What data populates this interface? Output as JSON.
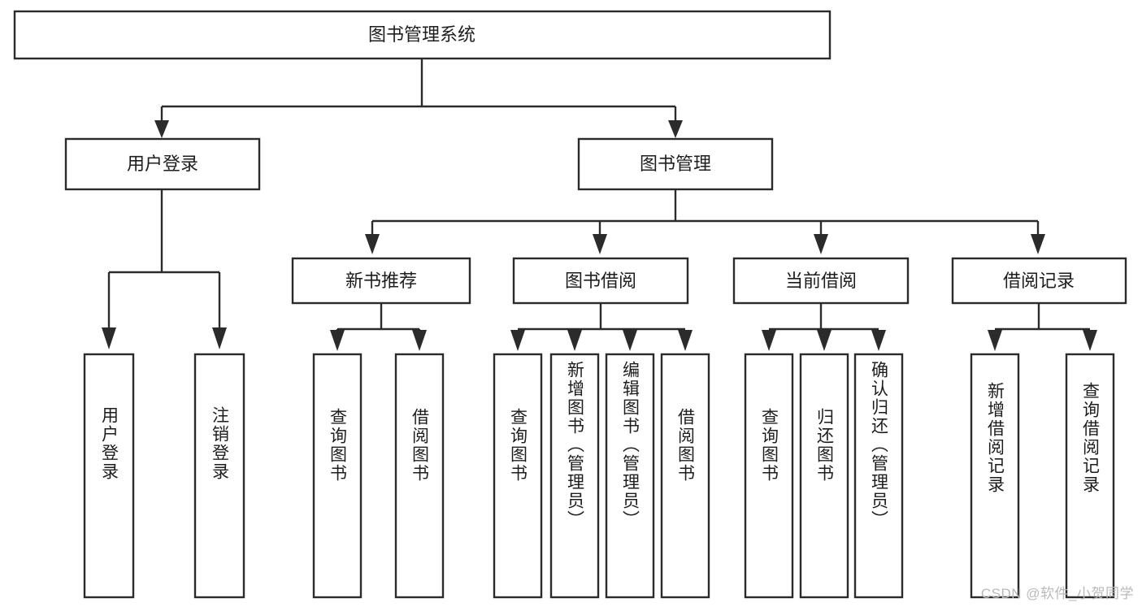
{
  "diagram": {
    "title": "图书管理系统",
    "type": "tree-hierarchy",
    "style": {
      "stroke": "#2b2b2b",
      "fill": "#ffffff",
      "text": "#1d1d1d",
      "watermark_color": "#b9b9b9"
    },
    "root": {
      "label": "图书管理系统"
    },
    "level2": [
      {
        "label": "用户登录"
      },
      {
        "label": "图书管理"
      }
    ],
    "level3": [
      {
        "label": "新书推荐"
      },
      {
        "label": "图书借阅"
      },
      {
        "label": "当前借阅"
      },
      {
        "label": "借阅记录"
      }
    ],
    "leaves": {
      "user_login": [
        {
          "label": "用户登录"
        },
        {
          "label": "注销登录"
        }
      ],
      "new_book_recommend": [
        {
          "label": "查询图书"
        },
        {
          "label": "借阅图书"
        }
      ],
      "book_borrow": [
        {
          "label": "查询图书"
        },
        {
          "label": "新增图书（管理员）"
        },
        {
          "label": "编辑图书（管理员）"
        },
        {
          "label": "借阅图书"
        }
      ],
      "current_borrow": [
        {
          "label": "查询图书"
        },
        {
          "label": "归还图书"
        },
        {
          "label": "确认归还（管理员）"
        }
      ],
      "borrow_record": [
        {
          "label": "新增借阅记录"
        },
        {
          "label": "查询借阅记录"
        }
      ]
    }
  },
  "watermark": {
    "text": "CSDN @软件_小贺同学"
  }
}
